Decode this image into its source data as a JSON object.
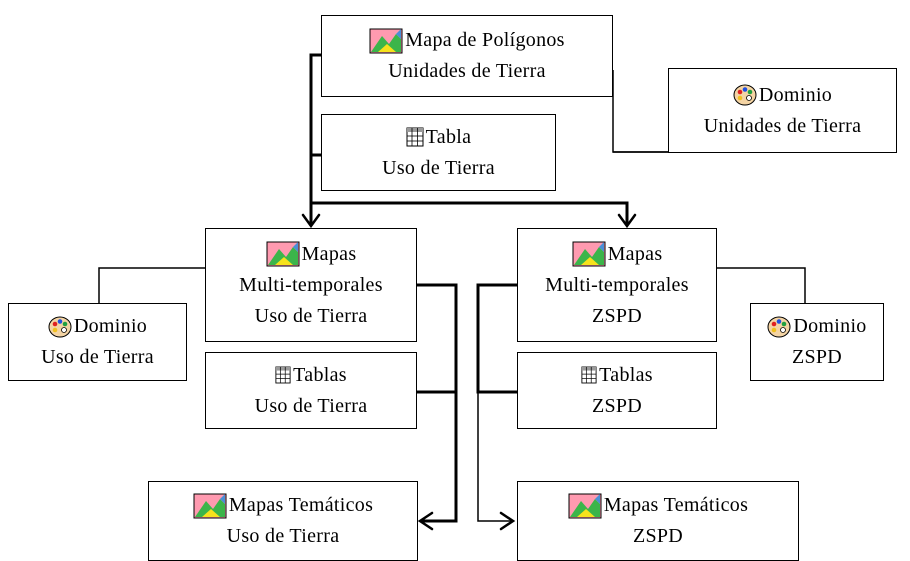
{
  "nodes": {
    "poligonos": {
      "icon": "map-icon",
      "line1": "Mapa de Polígonos",
      "line2": "Unidades de Tierra"
    },
    "dominio_ut": {
      "icon": "palette-icon",
      "line1": "Dominio",
      "line2": "Unidades de Tierra"
    },
    "tabla_uso": {
      "icon": "table-icon",
      "line1": "Tabla",
      "line2": "Uso de Tierra"
    },
    "mapas_multi_uso": {
      "icon": "map-icon",
      "line1": "Mapas",
      "line2": "Multi-temporales",
      "line3": "Uso de Tierra"
    },
    "mapas_multi_zspd": {
      "icon": "map-icon",
      "line1": "Mapas",
      "line2": "Multi-temporales",
      "line3": "ZSPD"
    },
    "dominio_uso": {
      "icon": "palette-icon",
      "line1": "Dominio",
      "line2": "Uso de Tierra"
    },
    "dominio_zspd": {
      "icon": "palette-icon",
      "line1": "Dominio",
      "line2": "ZSPD"
    },
    "tablas_uso": {
      "icon": "table-icon",
      "line1": "Tablas",
      "line2": "Uso de Tierra"
    },
    "tablas_zspd": {
      "icon": "table-icon",
      "line1": "Tablas",
      "line2": "ZSPD"
    },
    "tematicos_uso": {
      "icon": "map-icon",
      "line1": "Mapas Temáticos",
      "line2": "Uso de Tierra"
    },
    "tematicos_zspd": {
      "icon": "map-icon",
      "line1": "Mapas Temáticos",
      "line2": "ZSPD"
    }
  }
}
